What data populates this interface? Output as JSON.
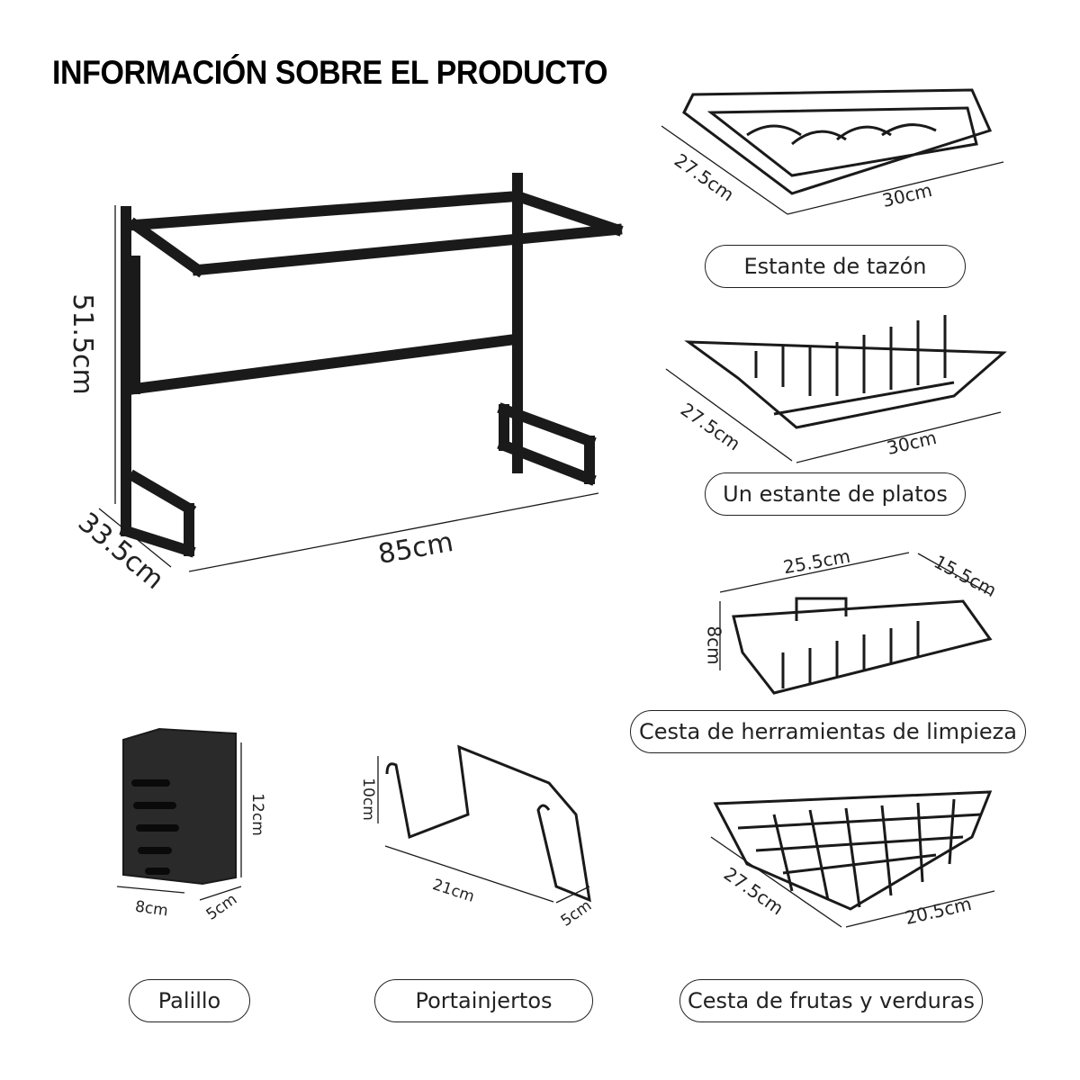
{
  "title": "INFORMACIÓN SOBRE EL PRODUCTO",
  "main_rack": {
    "height": "51.5cm",
    "depth": "33.5cm",
    "width": "85cm"
  },
  "items": [
    {
      "label": "Estante de tazón",
      "depth": "27.5cm",
      "width": "30cm"
    },
    {
      "label": "Un estante de platos",
      "depth": "27.5cm",
      "width": "30cm"
    },
    {
      "label": "Cesta de herramientas de limpieza",
      "width": "25.5cm",
      "depth": "15.5cm",
      "height": "8cm"
    },
    {
      "label": "Cesta de frutas y verduras",
      "depth": "27.5cm",
      "width": "20.5cm"
    },
    {
      "label": "Palillo",
      "height": "12cm",
      "width": "8cm",
      "depth": "5cm"
    },
    {
      "label": "Portainjertos",
      "height": "10cm",
      "width": "21cm",
      "depth": "5cm"
    }
  ],
  "colors": {
    "product": "#1a1a1a",
    "background": "#ffffff",
    "line": "#222222"
  }
}
